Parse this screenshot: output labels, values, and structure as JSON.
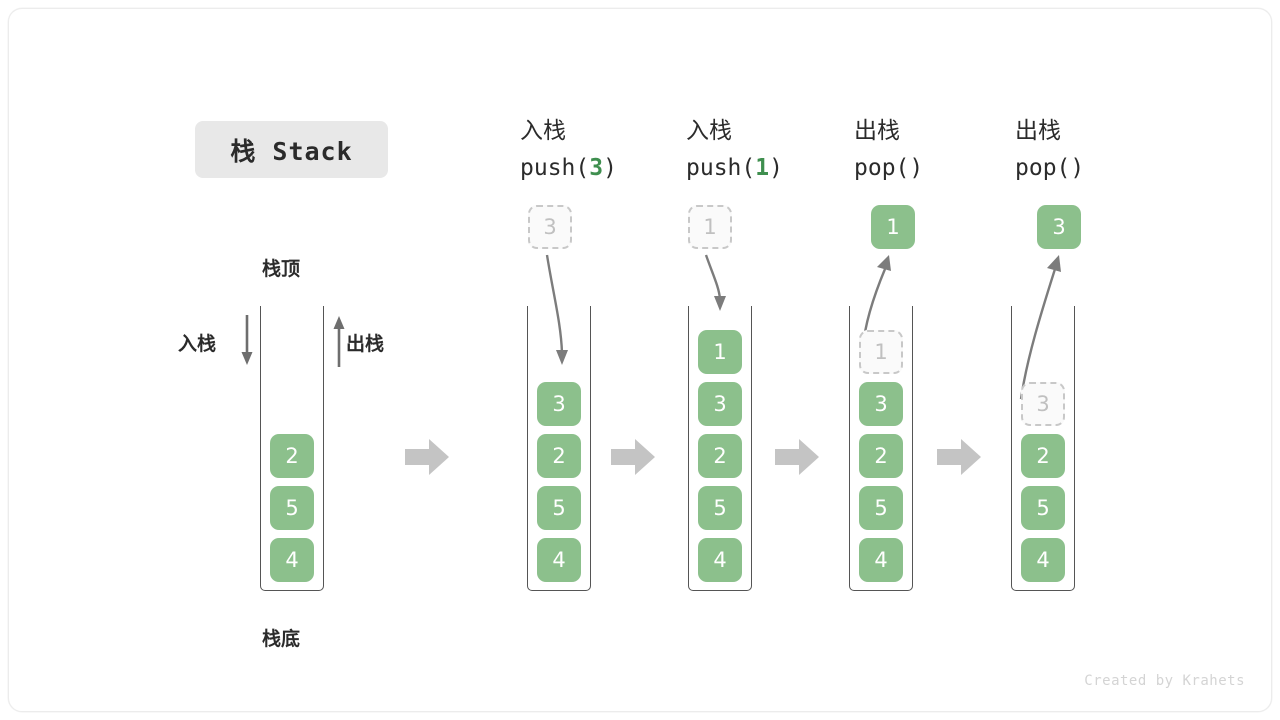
{
  "card": {
    "background": "#ffffff",
    "border_color": "#ececec"
  },
  "title": {
    "chip_label": "栈 Stack",
    "chip_background": "#e8e8e8"
  },
  "colors": {
    "element_green": "#8cc08c",
    "accent_green_text": "#3f8f4f",
    "ghost_border": "#c8c8c8",
    "ghost_text": "#c0c0c0",
    "shell_stroke": "#555555",
    "flow_arrow": "#c4c4c4",
    "motion_arrow": "#6e6e6e",
    "text_dark": "#2b2b2b",
    "footer_text": "#d4d4d4"
  },
  "annotations": {
    "top_label": "栈顶",
    "bottom_label": "栈底",
    "push_label": "入栈",
    "pop_label": "出栈"
  },
  "columns": [
    {
      "id": "initial",
      "header_line1": "",
      "header_line2_prefix": "",
      "header_arg": "",
      "header_line2_suffix": "",
      "stack": [
        {
          "value": "2",
          "state": "solid"
        },
        {
          "value": "5",
          "state": "solid"
        },
        {
          "value": "4",
          "state": "solid"
        }
      ],
      "floating": null
    },
    {
      "id": "push-3",
      "header_line1": "入栈",
      "header_line2_prefix": "push(",
      "header_arg": "3",
      "header_line2_suffix": ")",
      "stack": [
        {
          "value": "3",
          "state": "solid"
        },
        {
          "value": "2",
          "state": "solid"
        },
        {
          "value": "5",
          "state": "solid"
        },
        {
          "value": "4",
          "state": "solid"
        }
      ],
      "floating": {
        "value": "3",
        "state": "ghost",
        "direction": "down"
      }
    },
    {
      "id": "push-1",
      "header_line1": "入栈",
      "header_line2_prefix": "push(",
      "header_arg": "1",
      "header_line2_suffix": ")",
      "stack": [
        {
          "value": "1",
          "state": "solid"
        },
        {
          "value": "3",
          "state": "solid"
        },
        {
          "value": "2",
          "state": "solid"
        },
        {
          "value": "5",
          "state": "solid"
        },
        {
          "value": "4",
          "state": "solid"
        }
      ],
      "floating": {
        "value": "1",
        "state": "ghost",
        "direction": "down"
      }
    },
    {
      "id": "pop-1",
      "header_line1": "出栈",
      "header_line2_prefix": "pop(",
      "header_arg": "",
      "header_line2_suffix": ")",
      "stack": [
        {
          "value": "1",
          "state": "ghost"
        },
        {
          "value": "3",
          "state": "solid"
        },
        {
          "value": "2",
          "state": "solid"
        },
        {
          "value": "5",
          "state": "solid"
        },
        {
          "value": "4",
          "state": "solid"
        }
      ],
      "floating": {
        "value": "1",
        "state": "solid",
        "direction": "up"
      }
    },
    {
      "id": "pop-2",
      "header_line1": "出栈",
      "header_line2_prefix": "pop(",
      "header_arg": "",
      "header_line2_suffix": ")",
      "stack": [
        {
          "value": "3",
          "state": "ghost"
        },
        {
          "value": "2",
          "state": "solid"
        },
        {
          "value": "5",
          "state": "solid"
        },
        {
          "value": "4",
          "state": "solid"
        }
      ],
      "floating": {
        "value": "3",
        "state": "solid",
        "direction": "up"
      }
    }
  ],
  "footer": {
    "credit": "Created by Krahets"
  }
}
